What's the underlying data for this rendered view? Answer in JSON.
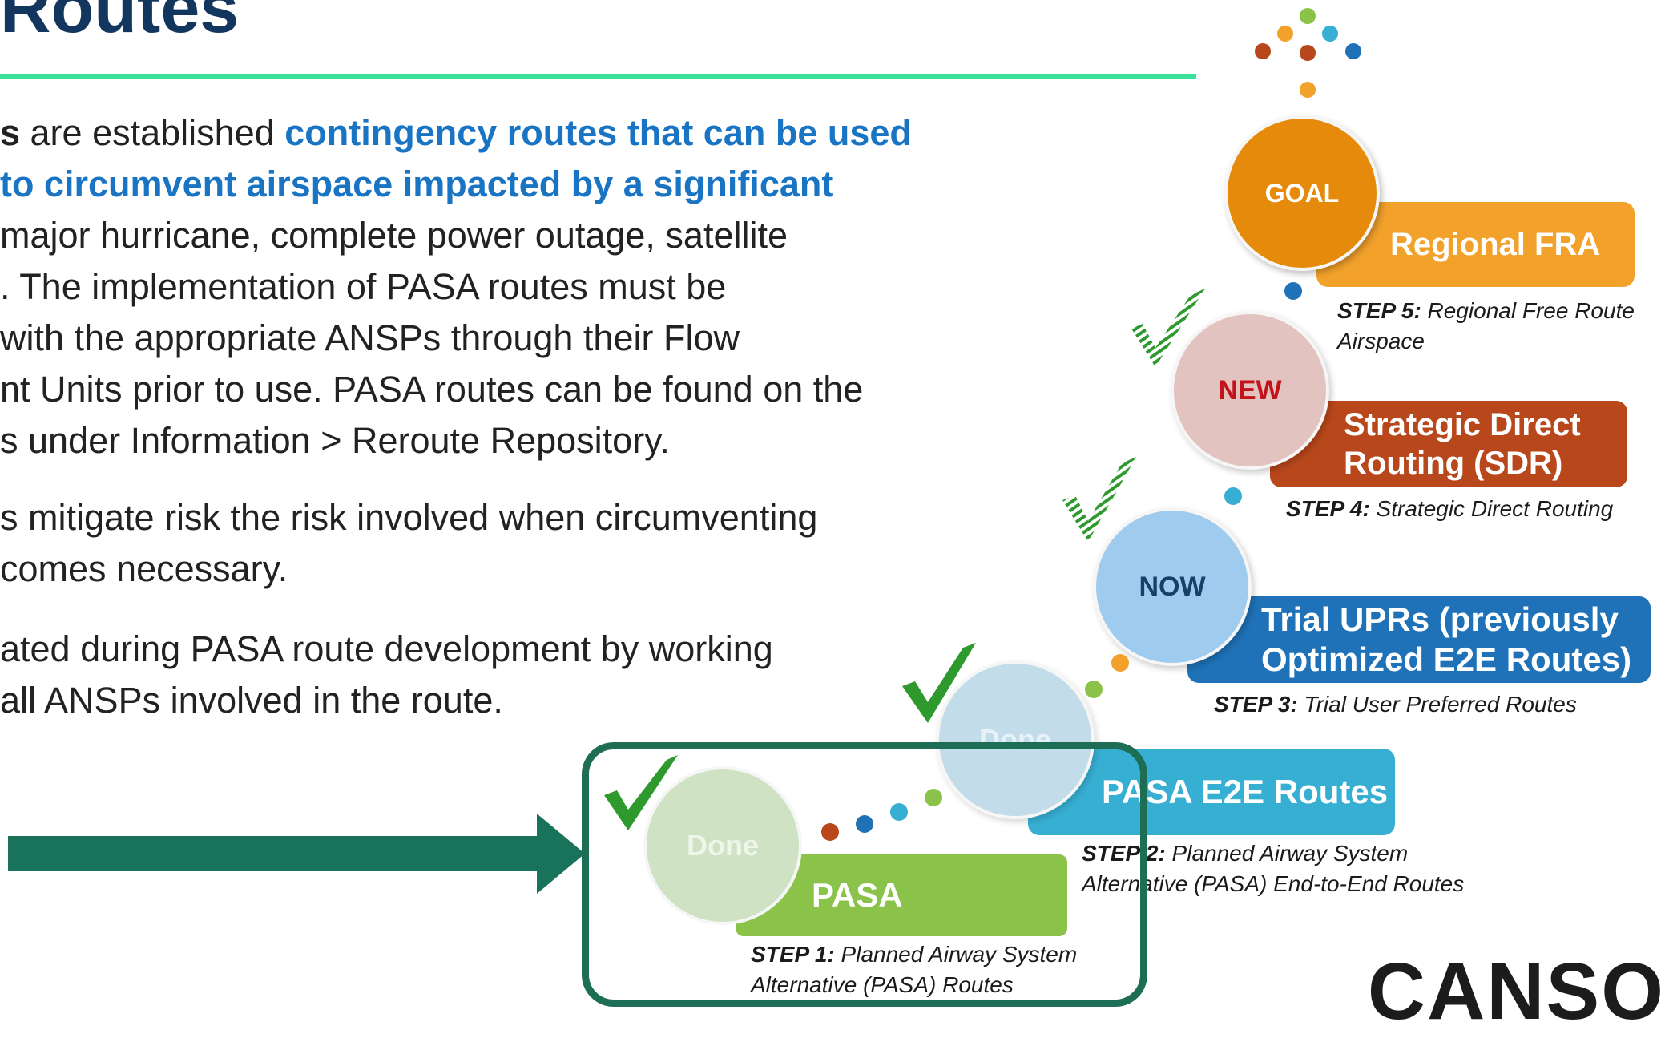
{
  "page": {
    "title": "Routes",
    "brand": "CANSO"
  },
  "paragraphs": {
    "p1": {
      "l1_bold": "s",
      "l1_text": " are established ",
      "l1_hl": "contingency routes that can be used",
      "l2_hl": " to circumvent airspace impacted by a significant",
      "l3": "major hurricane, complete power outage, satellite",
      "l4": ". The implementation of PASA routes must be",
      "l5": " with the appropriate ANSPs through their Flow",
      "l6": "nt Units prior to use.  PASA routes can be found on the",
      "l7": "s under Information > Reroute Repository."
    },
    "p2": {
      "l1": "s mitigate risk the risk involved when circumventing",
      "l2": "comes necessary."
    },
    "p3": {
      "l1": "ated during PASA route development by working",
      "l2": " all ANSPs involved in the route."
    }
  },
  "steps": {
    "s1": {
      "circle": "Done",
      "band": "PASA",
      "step_bold": "STEP 1:",
      "step_text1": " Planned Airway System",
      "step_text2": "Alternative (PASA) Routes",
      "color": "#8bc34a",
      "circle_color": "#cfe3c4"
    },
    "s2": {
      "circle": "Done",
      "band": "PASA E2E Routes",
      "step_bold": "STEP 2:",
      "step_text1": " Planned Airway System",
      "step_text2": "Alternative (PASA) End-to-End  Routes",
      "color": "#37afd3",
      "circle_color": "#c2dcea"
    },
    "s3": {
      "circle": "NOW",
      "band1": "Trial UPRs (previously",
      "band2": "Optimized  E2E Routes)",
      "step_bold": "STEP 3:",
      "step_text1": " Trial User Preferred Routes",
      "color": "#1f72b8",
      "circle_color": "#9ecbee"
    },
    "s4": {
      "circle": "NEW",
      "band1": "Strategic Direct",
      "band2": "Routing (SDR)",
      "step_bold": "STEP 4:",
      "step_text1": " Strategic Direct Routing",
      "color": "#b9471c",
      "circle_color": "#e2c3bf"
    },
    "s5": {
      "circle": "GOAL",
      "band": "Regional FRA",
      "step_bold": "STEP 5:",
      "step_text1": " Regional Free Route",
      "step_text2": "Airspace",
      "color": "#f2a12b",
      "circle_color": "#e68a0c"
    }
  },
  "colors": {
    "title": "#13365f",
    "accent_rule": "#39e29a",
    "highlight_text": "#1a74c4",
    "arrow": "#18735a",
    "frame": "#1e6e55",
    "check": "#2e9a2e"
  }
}
